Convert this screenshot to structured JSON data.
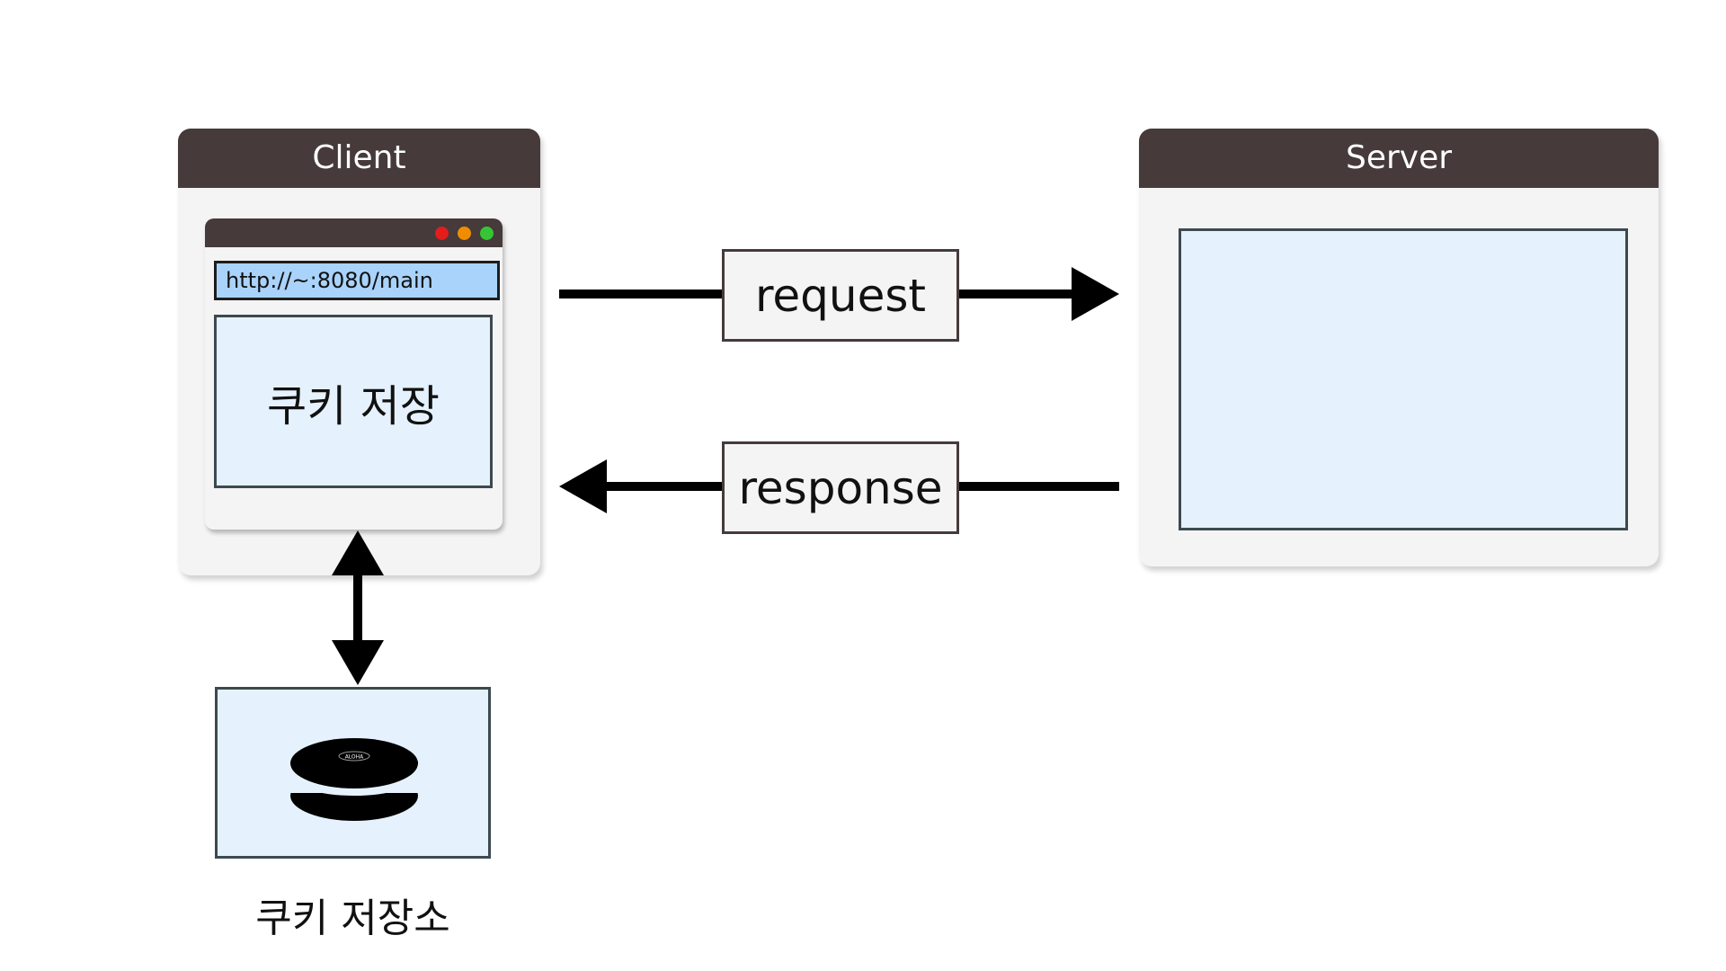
{
  "client": {
    "title": "Client",
    "address": "http://~:8080/main",
    "content": "쿠키 저장"
  },
  "server": {
    "title": "Server"
  },
  "arrows": {
    "request": "request",
    "response": "response"
  },
  "storage": {
    "caption": "쿠키 저장소",
    "disk_label": "ALOHA"
  },
  "colors": {
    "header": "#463a3a",
    "panel": "#f4f4f4",
    "box_fill": "#e5f2fd",
    "address_fill": "#a9d3fb",
    "window_dot_red": "#e31c1c",
    "window_dot_orange": "#f08c00",
    "window_dot_green": "#35c535"
  },
  "icons": [
    "database-icon",
    "arrow-right-icon",
    "arrow-left-icon",
    "arrow-updown-icon"
  ]
}
